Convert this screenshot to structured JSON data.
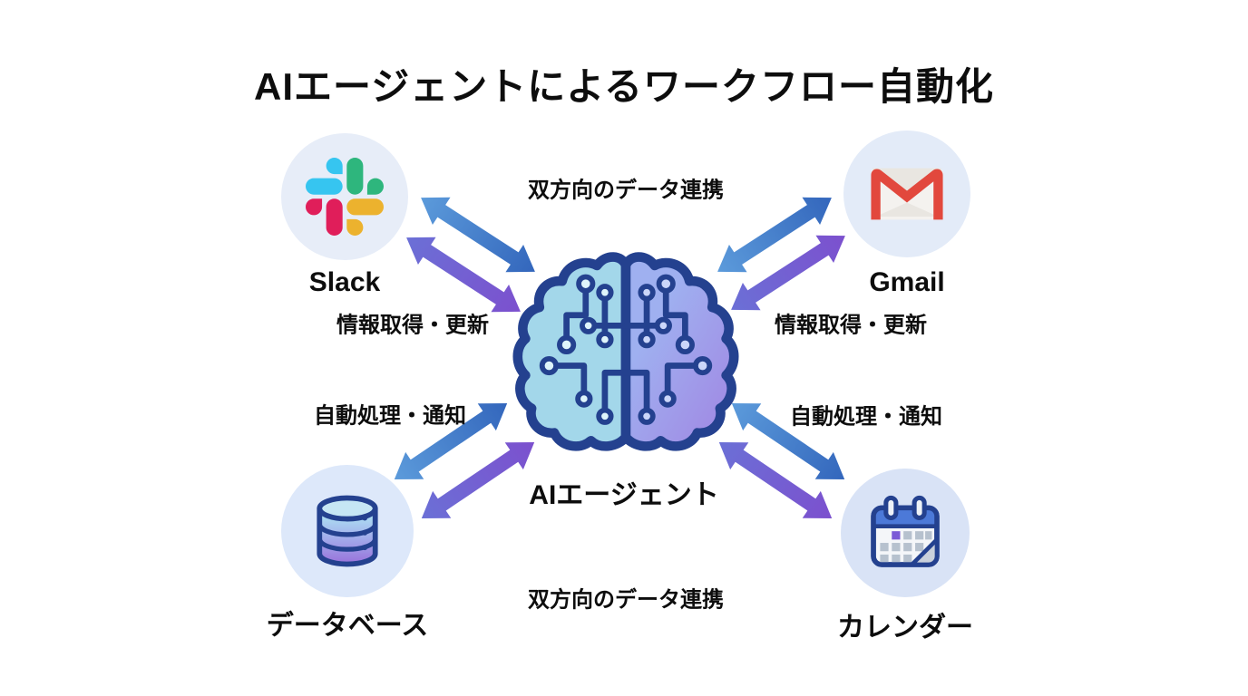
{
  "title": "AIエージェントによるワークフロー自動化",
  "center": {
    "label": "AIエージェント",
    "icon": "circuit-brain-icon"
  },
  "nodes": [
    {
      "id": "slack",
      "label": "Slack",
      "icon": "slack-icon",
      "position": "top-left"
    },
    {
      "id": "gmail",
      "label": "Gmail",
      "icon": "gmail-icon",
      "position": "top-right"
    },
    {
      "id": "database",
      "label": "データベース",
      "icon": "database-icon",
      "position": "bottom-left"
    },
    {
      "id": "calendar",
      "label": "カレンダー",
      "icon": "calendar-icon",
      "position": "bottom-right"
    }
  ],
  "annotations": {
    "top_center": "双方向のデータ連携",
    "upper_left": "情報取得・更新",
    "upper_right": "情報取得・更新",
    "lower_left": "自動処理・通知",
    "lower_right": "自動処理・通知",
    "bottom_center": "双方向のデータ連携"
  },
  "arrows": {
    "style": "double-headed",
    "pairs": [
      {
        "between": [
          "slack",
          "ai-agent"
        ],
        "colors": [
          "blue",
          "purple"
        ]
      },
      {
        "between": [
          "gmail",
          "ai-agent"
        ],
        "colors": [
          "blue",
          "purple"
        ]
      },
      {
        "between": [
          "database",
          "ai-agent"
        ],
        "colors": [
          "blue",
          "purple"
        ]
      },
      {
        "between": [
          "calendar",
          "ai-agent"
        ],
        "colors": [
          "blue",
          "purple"
        ]
      }
    ]
  },
  "colors": {
    "background": "#FFFFFF",
    "text": "#0D0D0D",
    "arrow_blue_light": "#5C9BDB",
    "arrow_blue_dark": "#3366BC",
    "arrow_purple_light": "#6B70D6",
    "arrow_purple_dark": "#7C50CE",
    "node_circle_bg": "#E3ECF9",
    "brain_outline": "#24418F",
    "brain_left": "#A3D7EA",
    "brain_right_top": "#9FB0F0",
    "brain_right_bottom": "#A184E2",
    "slack_blue": "#36C5F0",
    "slack_green": "#2EB67D",
    "slack_red": "#E01E5A",
    "slack_yellow": "#ECB22E",
    "gmail_red": "#E2483D",
    "calendar_header_blue": "#4C79D8",
    "calendar_event_purple": "#7B5BD6",
    "database_top": "#ACDCF2",
    "database_bottom": "#9A77DC"
  }
}
